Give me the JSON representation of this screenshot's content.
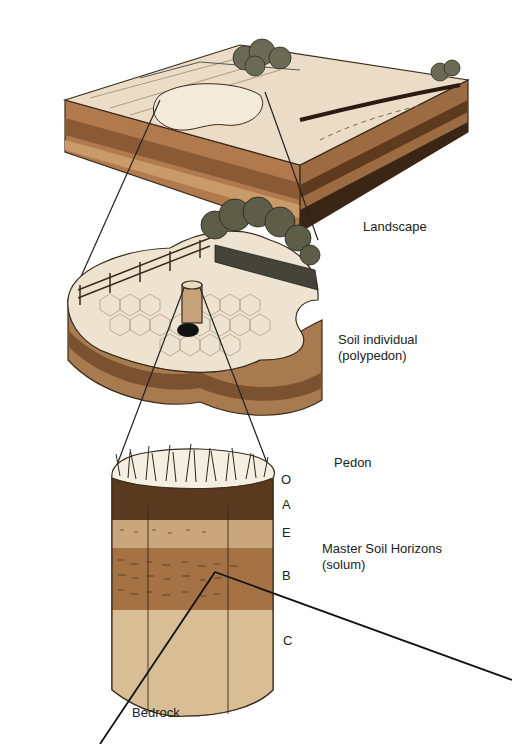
{
  "diagram": {
    "labels": [
      "Landscape",
      "Soil individual (polypedon)",
      "Pedon",
      "O",
      "A",
      "E",
      "B",
      "C",
      "Master Soil Horizons (solum)",
      "Bedrock"
    ]
  }
}
